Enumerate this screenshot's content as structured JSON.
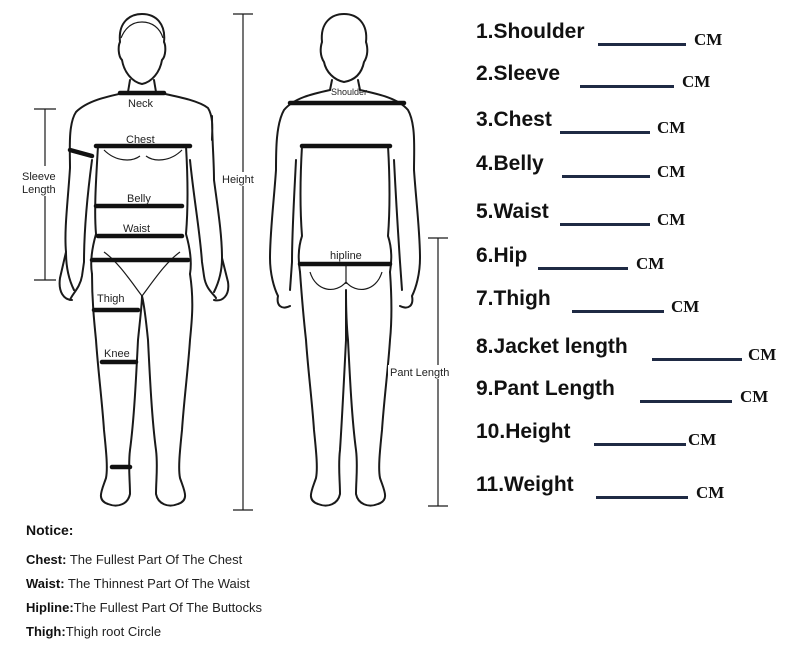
{
  "front_labels": {
    "neck": "Neck",
    "chest": "Chest",
    "sleeve_length_1": "Sleeve",
    "sleeve_length_2": "Length",
    "belly": "Belly",
    "waist": "Waist",
    "thigh": "Thigh",
    "knee": "Knee",
    "height": "Height"
  },
  "back_labels": {
    "shoulder": "Shoulder",
    "hipline": "hipline",
    "pant_length": "Pant Length"
  },
  "measurements": [
    {
      "label": "1.Shoulder",
      "unit": "CM"
    },
    {
      "label": "2.Sleeve",
      "unit": "CM"
    },
    {
      "label": "3.Chest",
      "unit": "CM"
    },
    {
      "label": "4.Belly",
      "unit": "CM"
    },
    {
      "label": "5.Waist",
      "unit": "CM"
    },
    {
      "label": "6.Hip",
      "unit": "CM"
    },
    {
      "label": "7.Thigh",
      "unit": "CM"
    },
    {
      "label": "8.Jacket length",
      "unit": "CM"
    },
    {
      "label": "9.Pant Length",
      "unit": "CM"
    },
    {
      "label": "10.Height",
      "unit": "CM"
    },
    {
      "label": "11.Weight",
      "unit": "CM"
    }
  ],
  "notice": {
    "title": "Notice:",
    "items": [
      {
        "term": "Chest:",
        "desc": " The Fullest Part Of The Chest"
      },
      {
        "term": "Waist:",
        "desc": " The Thinnest Part Of The Waist"
      },
      {
        "term": "Hipline:",
        "desc": "The Fullest Part Of The Buttocks"
      },
      {
        "term": "Thigh:",
        "desc": "Thigh root Circle"
      }
    ]
  },
  "colors": {
    "line": "#1f2a44",
    "band": "#111111"
  }
}
